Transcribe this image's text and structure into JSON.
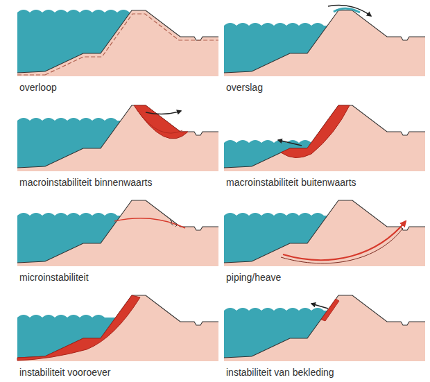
{
  "diagram": {
    "labels": [
      "overloop",
      "overslag",
      "macroinstabiliteit binnenwaarts",
      "macroinstabiliteit buitenwaarts",
      "microinstabiliteit",
      "piping/heave",
      "instabiliteit vooroever",
      "instabiliteit van bekleding"
    ]
  }
}
